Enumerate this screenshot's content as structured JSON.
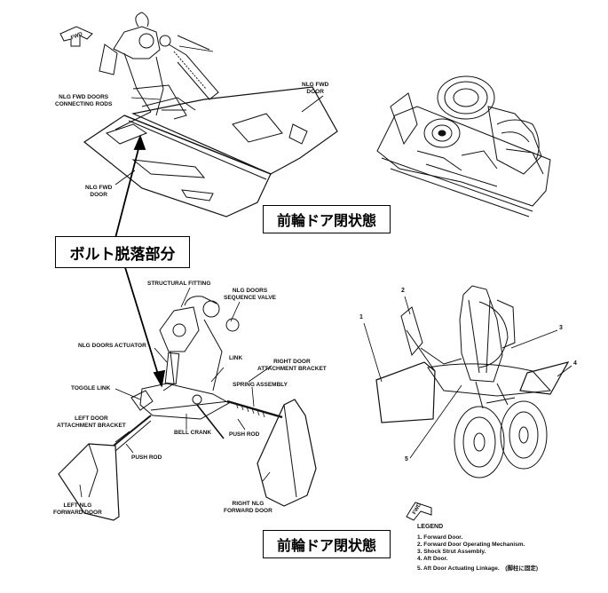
{
  "top_left": {
    "fwd": "FWD",
    "connecting_rods": [
      "NLG FWD DOORS",
      "CONNECTING RODS"
    ],
    "right_door": [
      "NLG FWD",
      "DOOR"
    ],
    "left_door": [
      "NLG FWD",
      "DOOR"
    ]
  },
  "state_label_top": "前輪ドア閉状態",
  "bolt_label": "ボルト脱落部分",
  "bottom_left": {
    "structural_fitting": "STRUCTURAL FITTING",
    "sequence_valve": [
      "NLG DOORS",
      "SEQUENCE VALVE"
    ],
    "actuator": "NLG DOORS ACTUATOR",
    "link": "LINK",
    "right_bracket": [
      "RIGHT DOOR",
      "ATTACHMENT BRACKET"
    ],
    "spring": "SPRING ASSEMBLY",
    "toggle": "TOGGLE LINK",
    "left_bracket": [
      "LEFT DOOR",
      "ATTACHMENT BRACKET"
    ],
    "bell_crank": "BELL CRANK",
    "push_rod_right": "PUSH ROD",
    "push_rod_left": "PUSH ROD",
    "left_door": [
      "LEFT NLG",
      "FORWARD DOOR"
    ],
    "right_door": [
      "RIGHT NLG",
      "FORWARD DOOR"
    ]
  },
  "state_label_bottom": "前輪ドア閉状態",
  "bottom_right": {
    "callouts": [
      "1",
      "2",
      "3",
      "4",
      "5"
    ],
    "fwd": "FWD"
  },
  "legend": {
    "title": "LEGEND",
    "items": [
      "1. Forward Door.",
      "2. Forward Door Operating Mechanism.",
      "3. Shock Strut Assembly.",
      "4. Aft Door.",
      "5. Aft Door Actuating Linkage.　(脚柱に固定)"
    ]
  }
}
